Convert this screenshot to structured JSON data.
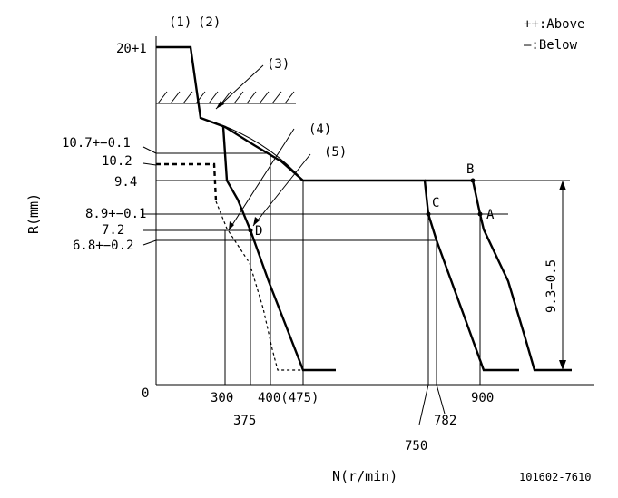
{
  "legend": {
    "above": "++:Above",
    "below": "—:Below"
  },
  "callouts": {
    "c1": "(1)",
    "c2": "(2)",
    "c3": "(3)",
    "c4": "(4)",
    "c5": "(5)"
  },
  "y_labels": {
    "r20": "20+1",
    "r10_7": "10.7+−0.1",
    "r10_2": "10.2",
    "r9_4": "9.4",
    "r8_9": "8.9+−0.1",
    "r7_2": "7.2",
    "r6_8": "6.8+−0.2",
    "zero": "0"
  },
  "x_labels": {
    "n300": "300",
    "n375": "375",
    "n400": "400(475)",
    "n750": "750",
    "n782": "782",
    "n900": "900"
  },
  "points": {
    "A": "A",
    "B": "B",
    "C": "C",
    "D": "D"
  },
  "dimension": "9.3−0.5",
  "axis": {
    "y_title": "R(mm)",
    "x_title": "N(r/min)"
  },
  "figure_id": "101602-7610"
}
